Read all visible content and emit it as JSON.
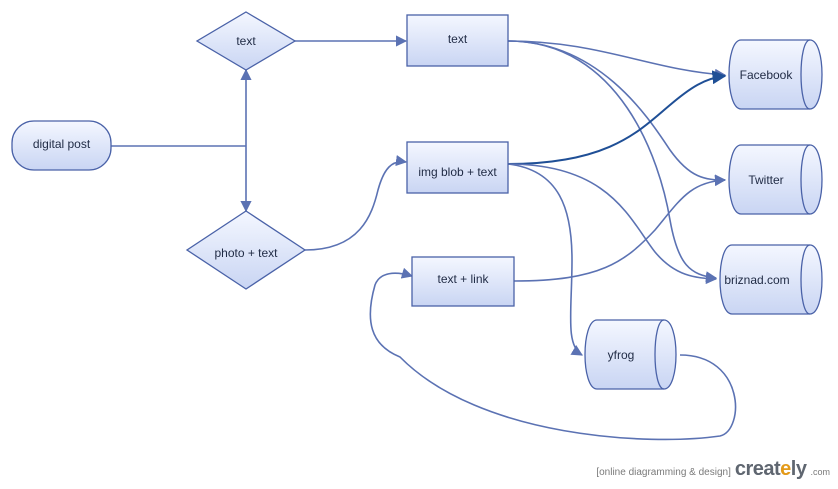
{
  "nodes": {
    "digital_post": "digital post",
    "text_decision": "text",
    "photo_decision": "photo  + text",
    "text_box": "text",
    "img_blob": "img blob + text",
    "text_link": "text + link",
    "facebook": "Facebook",
    "twitter": "Twitter",
    "briznad": "briznad.com",
    "yfrog": "yfrog"
  },
  "watermark": {
    "tagline": "[online diagramming & design]",
    "brand_pre": "creat",
    "brand_accent": "e",
    "brand_post": "ly",
    "suffix": ".com"
  },
  "colors": {
    "edge": "#5b72b3",
    "edge_highlight": "#1f4f96",
    "node_fill_top": "#f4f7ff",
    "node_fill_bottom": "#c9d5f3",
    "node_stroke": "#4a62a8"
  }
}
